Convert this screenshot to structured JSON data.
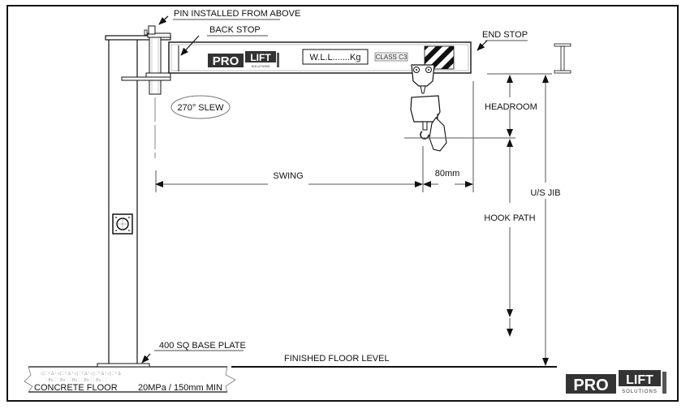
{
  "diagram": {
    "title": "Jib Crane Installation Diagram",
    "labels": {
      "pin": "PIN INSTALLED FROM ABOVE",
      "back_stop": "BACK STOP",
      "end_stop": "END STOP",
      "wll": "W.L.L.......Kg",
      "class": "CLASS C3",
      "slew": "270° SLEW",
      "headroom": "HEADROOM",
      "swing": "SWING",
      "offset": "80mm",
      "us_jib": "U/S JIB",
      "hook_path": "HOOK PATH",
      "base_plate": "400 SQ BASE PLATE",
      "ffl": "FINISHED FLOOR LEVEL",
      "concrete": "CONCRETE FLOOR",
      "concrete_spec": "20MPa / 150mm MIN"
    },
    "logo": {
      "pro": "PRO",
      "lift": "LIFT",
      "solutions": "SOLUTIONS"
    }
  }
}
